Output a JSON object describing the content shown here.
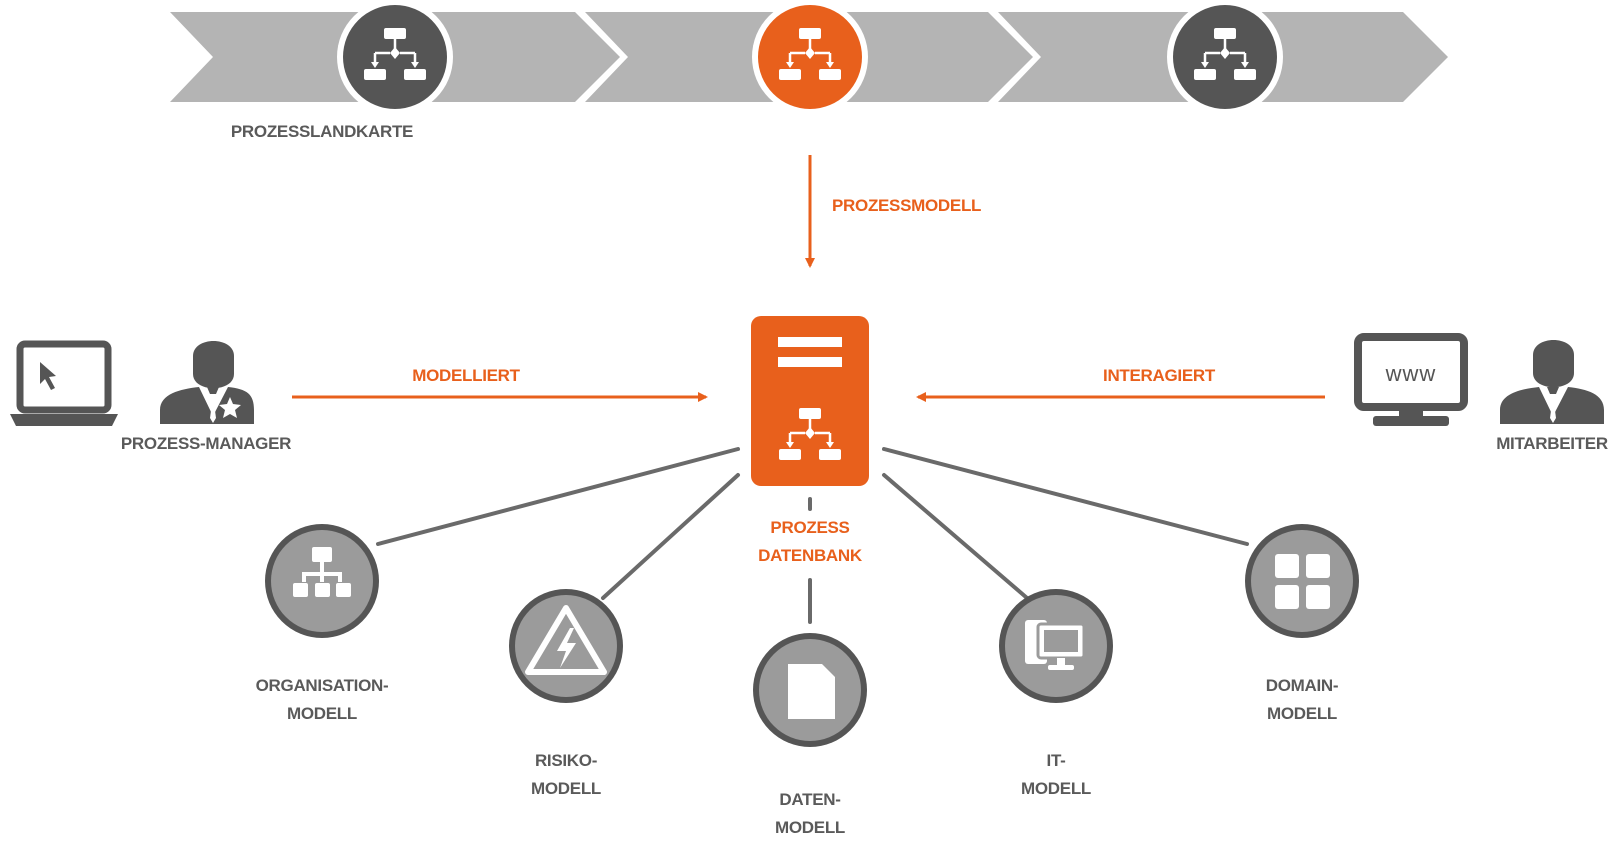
{
  "colors": {
    "accent": "#e8601c",
    "dark_gray": "#555555",
    "mid_gray": "#9b9b9b",
    "chevron_gray": "#b4b4b4",
    "line_gray": "#6a6a6a"
  },
  "process_map": {
    "label": "PROZESSLANDKARTE",
    "stages": [
      {
        "icon": "flowchart-icon",
        "highlighted": false
      },
      {
        "icon": "flowchart-icon",
        "highlighted": true
      },
      {
        "icon": "flowchart-icon",
        "highlighted": false
      }
    ]
  },
  "flow_label": "PROZESSMODELL",
  "database": {
    "line1": "PROZESS",
    "line2": "DATENBANK",
    "icon": "database-flowchart-icon"
  },
  "manager": {
    "label": "PROZESS-MANAGER",
    "action": "MODELLIERT",
    "icons": [
      "laptop-icon",
      "manager-person-icon"
    ]
  },
  "employee": {
    "label": "MITARBEITER",
    "action": "INTERAGIERT",
    "monitor_text": "www",
    "icons": [
      "monitor-icon",
      "employee-person-icon"
    ]
  },
  "models": [
    {
      "id": "organisation",
      "line1": "ORGANISATION-",
      "line2": "MODELL",
      "icon": "org-chart-icon"
    },
    {
      "id": "risiko",
      "line1": "RISIKO-",
      "line2": "MODELL",
      "icon": "warning-bolt-icon"
    },
    {
      "id": "daten",
      "line1": "DATEN-",
      "line2": "MODELL",
      "icon": "document-icon"
    },
    {
      "id": "it",
      "line1": "IT-",
      "line2": "MODELL",
      "icon": "computer-icon"
    },
    {
      "id": "domain",
      "line1": "DOMAIN-",
      "line2": "MODELL",
      "icon": "grid-icon"
    }
  ]
}
